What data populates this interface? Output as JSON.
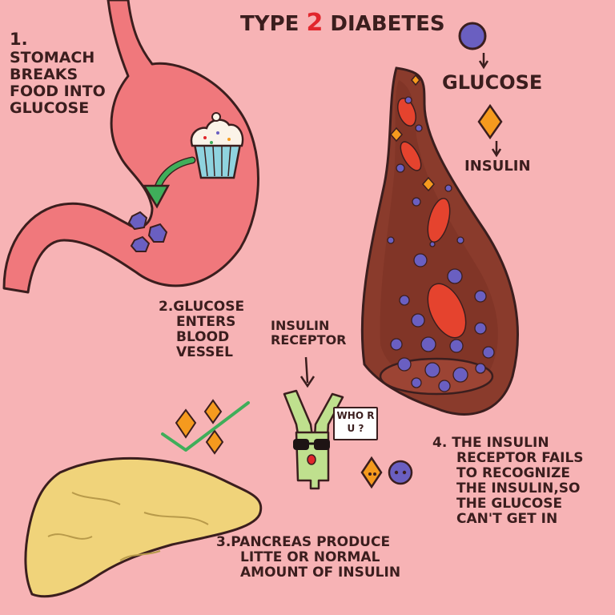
{
  "title": {
    "prefix": "Type",
    "number": "2",
    "suffix": "Diabetes"
  },
  "step1": {
    "number": "1.",
    "lines": [
      "Stomach",
      "breaks",
      "food into",
      "glucose"
    ]
  },
  "step2": {
    "lines": [
      "2.Glucose",
      "enters",
      "blood",
      "vessel"
    ]
  },
  "receptor_label": {
    "lines": [
      "Insulin",
      "Receptor"
    ]
  },
  "speech_bubble": {
    "lines": [
      "Who R",
      "U ?"
    ]
  },
  "step3": {
    "lines": [
      "3.Pancreas produce",
      "litte or normal",
      "amount of insulin"
    ]
  },
  "step4": {
    "lines": [
      "4. The insulin",
      "receptor fails",
      "to recognize",
      "the insulin,so",
      "the glucose",
      "can't get in"
    ]
  },
  "legend": {
    "glucose": "Glucose",
    "insulin": "Insulin"
  },
  "colors": {
    "background": "#f7b3b5",
    "glucose": "#6a5fc1",
    "insulin": "#f59a1e",
    "stomach": "#f0787c",
    "vessel": "#8a3b2c",
    "pancreas": "#f0d37a",
    "receptor": "#bfe08e",
    "accent_red": "#e1262c"
  }
}
